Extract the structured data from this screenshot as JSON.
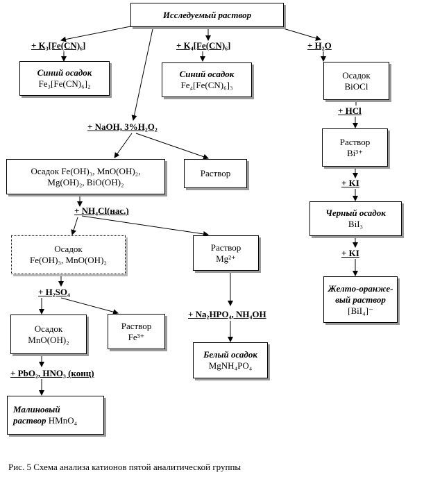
{
  "title": "Исследуемый раствор",
  "reagents": {
    "k3": "+ K₃[Fe(CN)₆]",
    "k4": "+ K₄[Fe(CN)₆]",
    "h2o": "+ H₂O",
    "naoh": "+ NaOH, 3%H₂O₂",
    "nh4cl": "+ NH₄Cl(нас.)",
    "h2so4": "+ H₂SO₄",
    "pbo2": "+ PbO₂,  HNO₃ (конц)",
    "hcl": "+ HCl",
    "ki1": "+ KI",
    "ki2": "+  KI",
    "na2hpo4": "+ Na₂HPO₄, NH₄OH"
  },
  "boxes": {
    "blue_precip": {
      "line1": "Синий осадок",
      "line2": "Fe₃[Fe(CN)₆]₂"
    },
    "blue_precip2": {
      "line1": "Синий осадок",
      "line2": "Fe₄[Fe(CN)₆]₃"
    },
    "bioc": {
      "line1": "Осадок",
      "line2": "BiOCl"
    },
    "bi_solution": {
      "line1": "Раствор",
      "line2": "Bi³⁺"
    },
    "black_precip": {
      "line1": "Черный осадок",
      "line2": "BiI₃"
    },
    "orange_solution": {
      "line1": "Желто-оранже-",
      "line2": "вый раствор",
      "line3": "[BiI₄]⁻"
    },
    "hydroxides": {
      "line1": "Осадок  Fe(OH)₃, MnO(OH)₂,",
      "line2": "Mg(OH)₂, BiO(OH)₂"
    },
    "solution_naoh": {
      "line1": "Раствор"
    },
    "fe_mn_precip": {
      "line1": "Осадок",
      "line2": "Fe(OH)₃, MnO(OH)₂"
    },
    "mg_solution": {
      "line1": "Раствор",
      "line2": "Mg²⁺"
    },
    "mno_precip": {
      "line1": "Осадок",
      "line2": "MnO(OH)₂"
    },
    "fe_solution": {
      "line1": "Раствор",
      "line2": "Fe³⁺"
    },
    "white_precip": {
      "line1": "Белый осадок",
      "line2": "MgNH₄PO₄"
    },
    "crimson_solution": {
      "line1": "Малиновый",
      "line2": "раствор",
      "line2b": "HMnO₄"
    }
  },
  "caption": "Рис. 5 Схема анализа катионов пятой аналитической группы"
}
